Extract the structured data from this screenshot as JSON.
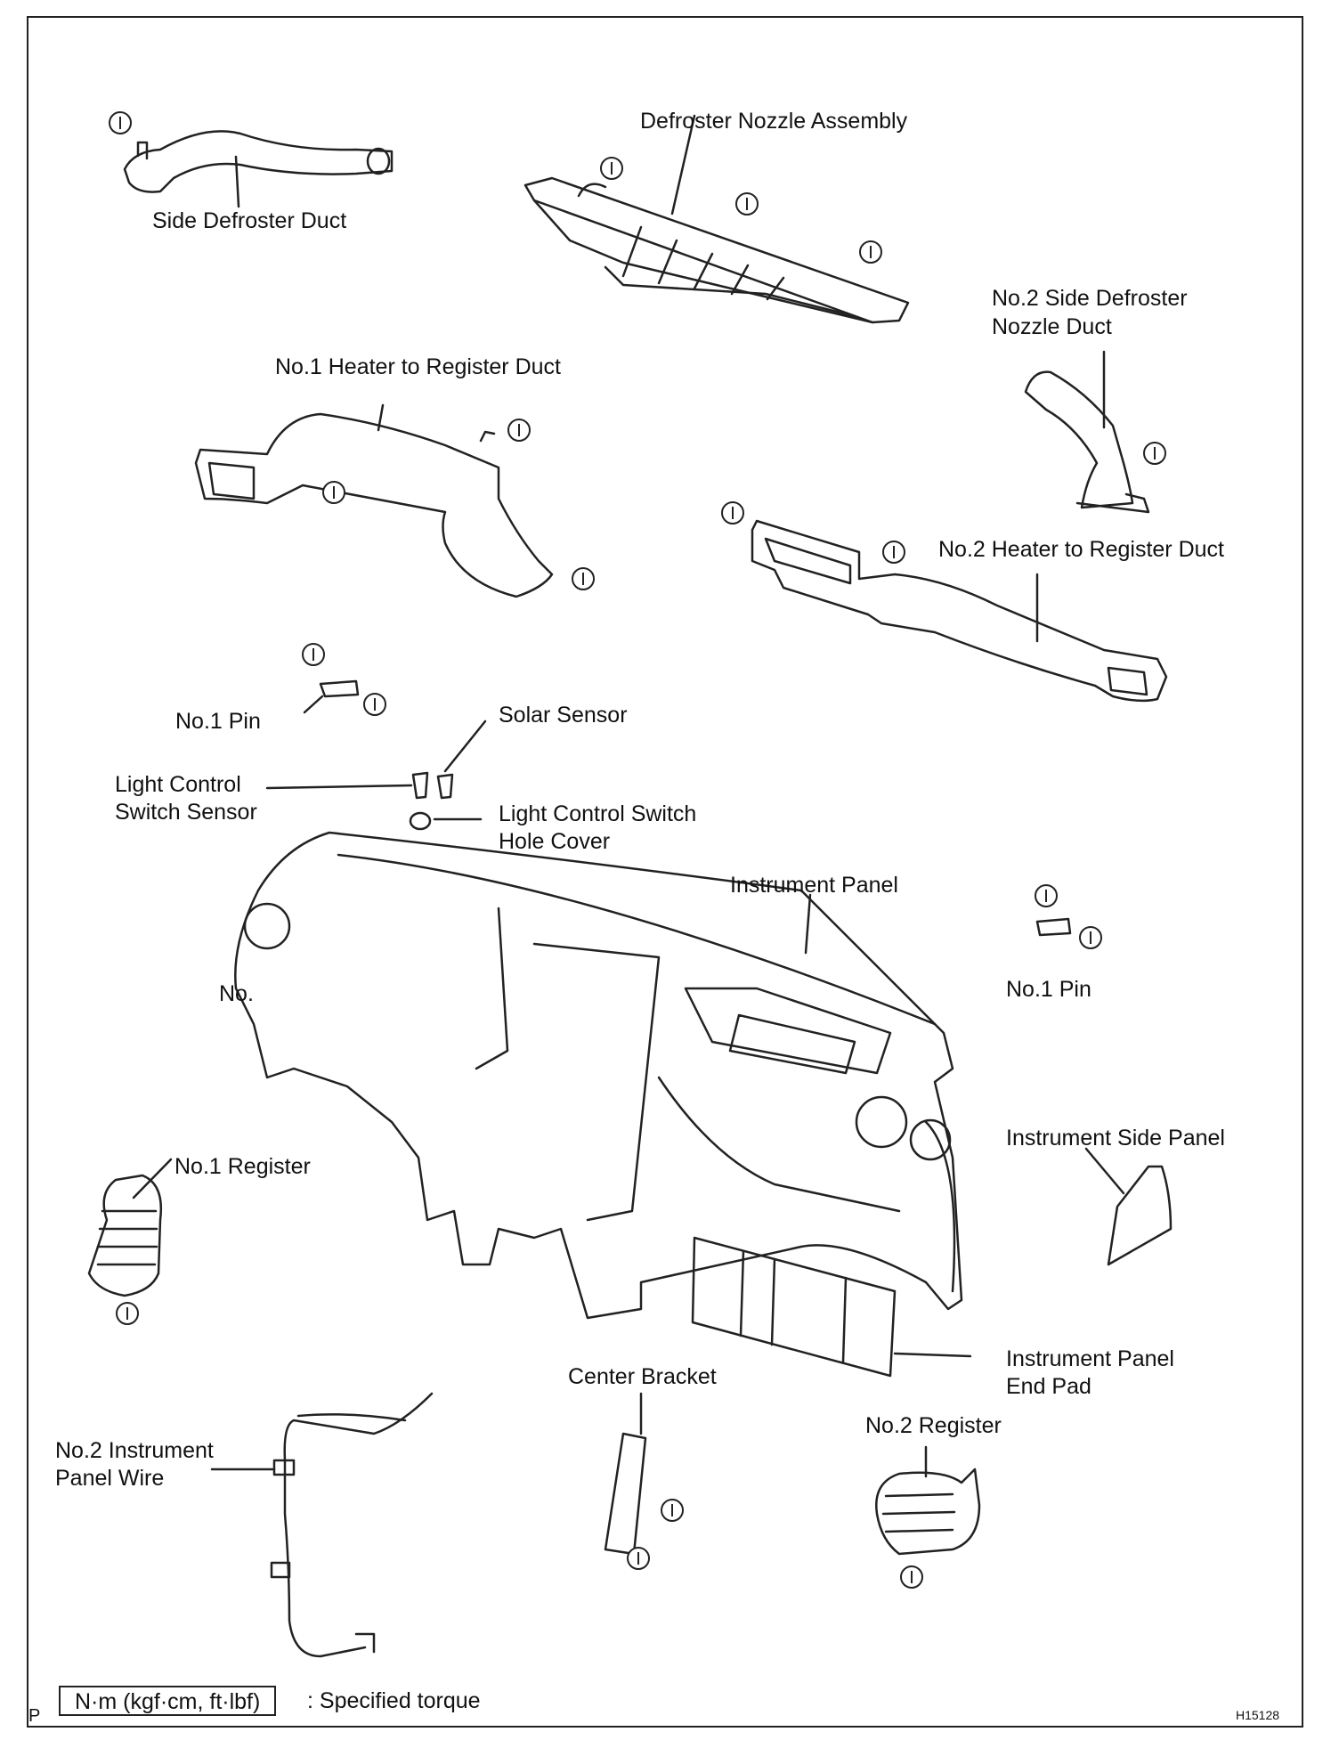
{
  "labels": {
    "side_defroster_duct": "Side Defroster Duct",
    "defroster_nozzle_assembly": "Defroster Nozzle Assembly",
    "no2_side_defroster_nozzle_duct_l1": "No.2 Side Defroster",
    "no2_side_defroster_nozzle_duct_l2": "Nozzle Duct",
    "no1_heater_to_register_duct": "No.1 Heater to Register Duct",
    "no2_heater_to_register_duct": "No.2 Heater to Register Duct",
    "no1_pin_left": "No.1 Pin",
    "solar_sensor": "Solar Sensor",
    "light_control_switch_sensor_l1": "Light Control",
    "light_control_switch_sensor_l2": "Switch Sensor",
    "light_control_switch_hole_cover_l1": "Light Control Switch",
    "light_control_switch_hole_cover_l2": "Hole Cover",
    "instrument_panel": "Instrument Panel",
    "no1_pin_right": "No.1 Pin",
    "instrument_side_panel": "Instrument Side Panel",
    "no1_register": "No.1 Register",
    "instrument_panel_end_pad_l1": "Instrument Panel",
    "instrument_panel_end_pad_l2": "End Pad",
    "center_bracket": "Center Bracket",
    "no2_register": "No.2 Register",
    "no2_instrument_panel_wire_l1": "No.2 Instrument",
    "no2_instrument_panel_wire_l2": "Panel Wire",
    "partial_no": "No."
  },
  "legend": {
    "torque_unit": "N·m (kgf·cm, ft·lbf)",
    "torque_text": ": Specified torque"
  },
  "corner": {
    "page_mark": "P",
    "figure_code": "H15128"
  },
  "icons": {
    "clip": "clip-icon"
  }
}
